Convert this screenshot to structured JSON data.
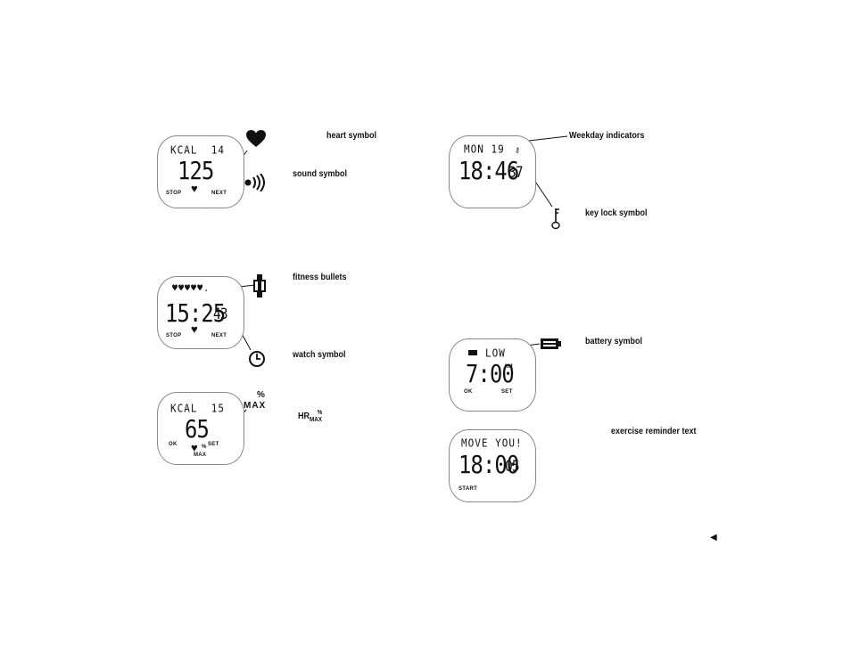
{
  "labels": {
    "heart": "heart symbol",
    "sound": "sound symbol",
    "fitness": "fitness bullets",
    "watch": "watch symbol",
    "hrmax_main": "HR",
    "hrmax_sub": "MAX",
    "hrmax_sup": "%",
    "weekday": "Weekday indicators",
    "keylock": "key lock symbol",
    "battery": "battery symbol",
    "reminder": "exercise reminder text"
  },
  "displays": {
    "d1": {
      "top": "KCAL  14",
      "big": "125",
      "left_btn": "STOP",
      "right_btn": "NEXT"
    },
    "d2": {
      "top": "♥♥♥♥♥.",
      "big": "15:25",
      "sec": "43",
      "left_btn": "STOP",
      "right_btn": "NEXT"
    },
    "d3": {
      "top": "KCAL  15",
      "big": "65",
      "left_btn": "OK",
      "right_btn": "SET",
      "pct": "%",
      "max": "MAX"
    },
    "d4": {
      "top": "MON 19",
      "big": "18:46",
      "sec": "37"
    },
    "d5": {
      "top": "LOW",
      "big": "7:00",
      "am": "AM",
      "left_btn": "OK",
      "right_btn": "SET"
    },
    "d6": {
      "top": "MOVE YOU!",
      "big": "18:00",
      "sec": "05",
      "left_btn": "START"
    }
  },
  "side_symbols": {
    "max_pct": "%",
    "max_label": "MAX"
  },
  "page_marker": "◀",
  "icons": [
    "heart-icon",
    "sound-icon",
    "fitness-bullet-icon",
    "watch-icon",
    "key-lock-icon",
    "battery-icon"
  ]
}
